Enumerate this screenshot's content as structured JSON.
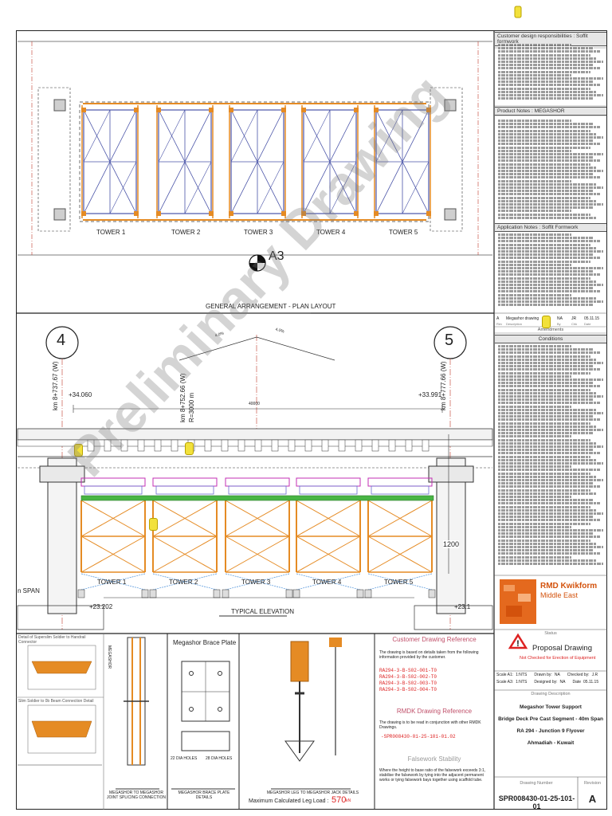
{
  "sheet": {
    "plan_title": "GENERAL ARRANGEMENT - PLAN LAYOUT",
    "elevation_title": "TYPICAL ELEVATION",
    "section_marker": "A3",
    "watermark": "Preliminary Drawing"
  },
  "plan": {
    "towers": [
      "TOWER 1",
      "TOWER 2",
      "TOWER 3",
      "TOWER 4",
      "TOWER 5"
    ]
  },
  "elevation": {
    "axis_left": "4",
    "axis_right": "5",
    "level_left": "+34.060",
    "level_right": "+33.991",
    "chainage_left": "km 8+737.67 (W)",
    "chainage_mid": "km 8+752.66 (W)",
    "chainage_right": "km 8+777.66 (W)",
    "radius": "R=3000 m",
    "slope_left": "4.0%",
    "slope_right": "4.0%",
    "span_dim": "40000",
    "height_dim": "1200",
    "base_left": "+23.202",
    "base_right": "+23.1",
    "span_label": "n SPAN",
    "towers": [
      "TOWER 1",
      "TOWER 2",
      "TOWER 3",
      "TOWER 4",
      "TOWER 5"
    ]
  },
  "details": {
    "d1_title": "Detail of Superslim Soldier to Handrail Connector",
    "d2_title": "Slim Soldier to 0b Beam Connection Detail",
    "joint_caption": "MEGASHOR TO MEGASHOR JOINT SPLICING CONNECTION",
    "brace_title": "Megashor Brace Plate",
    "brace_caption": "MEGASHOR BRACE PLATE DETAILS",
    "brace_holes_left": "22 DIA HOLES",
    "brace_holes_right": "28 DIA HOLES",
    "jack_caption": "MEGASHOR LEG TO MEGASHOR JACK DETAILS",
    "megashor_label": "MEGASHOR",
    "load_label": "Maximum Calculated Leg Load :",
    "load_value": "570",
    "load_unit": "kN"
  },
  "right": {
    "h_customer_resp": "Customer design responsibilities : Soffit formwork",
    "h_product_notes": "Product Notes : MEGASHOR",
    "h_app_notes": "Application Notes : Soffit Formwork",
    "rev_row": [
      "A",
      "Megashor drawing",
      "NA",
      "JR",
      "05.11.15"
    ],
    "rev_head": [
      "Rev",
      "Description",
      "By",
      "Chk",
      "Date"
    ],
    "h_amendments": "Amendments",
    "h_conditions": "Conditions",
    "company_name": "RMD Kwikform",
    "company_region": "Middle East",
    "h_status": "Status",
    "status_main": "Proposal Drawing",
    "status_sub": "Not Checked for Erection of Equipment",
    "scale_a1_label": "Scale A1:",
    "scale_a1": "1:NTS",
    "scale_a3_label": "Scale A3:",
    "scale_a3": "1:NTS",
    "drawn_label": "Drawn by:",
    "drawn": "NA",
    "designed_label": "Designed by:",
    "designed": "NA",
    "checked_label": "Checked by:",
    "checked": "J.R",
    "date_label": "Date",
    "date": "05.11.15",
    "h_description": "Drawing Description",
    "desc1": "Megashor Tower Support",
    "desc2": "Bridge Deck Pre Cast Segment - 40m Span",
    "desc3": "RA 294 - Junction 9 Flyover",
    "desc4": "Ahmadiah - Kuwait",
    "h_number": "Drawing Number",
    "h_revision": "Revision",
    "drawing_number": "SPR008430-01-25-101-01",
    "revision": "A"
  },
  "customer_ref": {
    "title": "Customer Drawing Reference",
    "intro": "The drawing is based on details taken from the following information provided by the customer.",
    "refs": [
      "RA294-3-B-S02-001-T0",
      "RA294-3-B-S02-002-T0",
      "RA294-3-B-S02-003-T0",
      "RA294-3-B-S02-004-T0"
    ]
  },
  "rmdk_ref": {
    "title": "RMDK Drawing Reference",
    "intro": "The drawing is to be read in conjunction with other RMDK Drawings.",
    "ref": "-SPR008430-01-25-101-01.02"
  },
  "stability": {
    "title": "Falsework Stability",
    "text": "Where the height to base ratio of the falsework exceeds 3:1, stabilise the falsework by tying into the adjacent permanent works or tying falsework bays together using scaffold tube."
  }
}
